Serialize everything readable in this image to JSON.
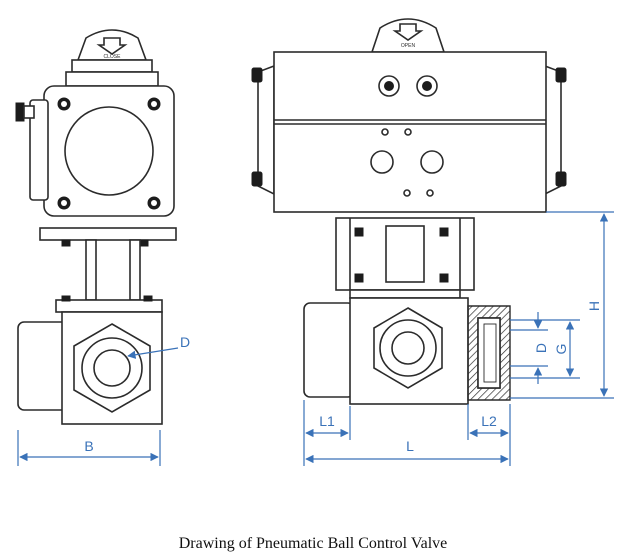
{
  "caption": "Drawing of Pneumatic Ball Control Valve",
  "indicator_labels": {
    "left": "CLOSE",
    "right": "OPEN"
  },
  "dimensions": {
    "B": "B",
    "D_left": "D",
    "L1": "L1",
    "L": "L",
    "L2": "L2",
    "D_right": "D",
    "G": "G",
    "H": "H"
  },
  "colors": {
    "outline": "#2b2b2b",
    "dimension": "#3a72b8"
  }
}
